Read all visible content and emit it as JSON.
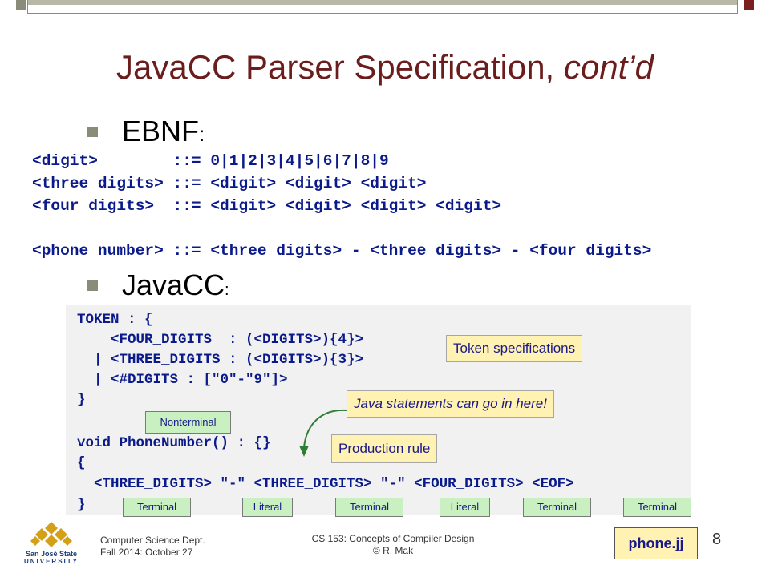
{
  "title": {
    "main": "JavaCC Parser Specification, ",
    "italic": "cont’d"
  },
  "bullets": {
    "ebnf": "EBNF",
    "ebnf_colon": ":",
    "javacc": "JavaCC",
    "javacc_colon": ":"
  },
  "ebnf_lines": [
    "<digit>        ::= 0|1|2|3|4|5|6|7|8|9",
    "<three digits> ::= <digit> <digit> <digit>",
    "<four digits>  ::= <digit> <digit> <digit> <digit>",
    "<phone number> ::= <three digits> - <three digits> - <four digits>"
  ],
  "code_lines": [
    "TOKEN : {",
    "    <FOUR_DIGITS  : (<DIGITS>){4}>",
    "  | <THREE_DIGITS : (<DIGITS>){3}>",
    "  | <#DIGITS : [\"0\"-\"9\"]>",
    "}",
    "",
    "void PhoneNumber() : {}",
    "{",
    "  <THREE_DIGITS> \"-\" <THREE_DIGITS> \"-\" <FOUR_DIGITS> <EOF>",
    "}"
  ],
  "callouts": {
    "token_specs": "Token specifications",
    "java_statements": "Java statements can go in here!",
    "production_rule": "Production rule",
    "nonterminal": "Nonterminal",
    "file": "phone.jj"
  },
  "labels": [
    "Terminal",
    "Literal",
    "Terminal",
    "Literal",
    "Terminal",
    "Terminal"
  ],
  "footer": {
    "dept": "Computer Science Dept.",
    "term": "Fall 2014: October 27",
    "course": "CS 153: Concepts of Compiler Design",
    "author": "© R. Mak",
    "page": "8"
  },
  "logo": {
    "name": "San José State",
    "sub": "UNIVERSITY"
  },
  "colors": {
    "title": "#6b1d1d",
    "code": "#0b1a8a",
    "callout_bg": "#fff2b3",
    "label_bg": "#c9f0c0",
    "arrow": "#2e7d32",
    "accent": "#8b8b7a"
  }
}
